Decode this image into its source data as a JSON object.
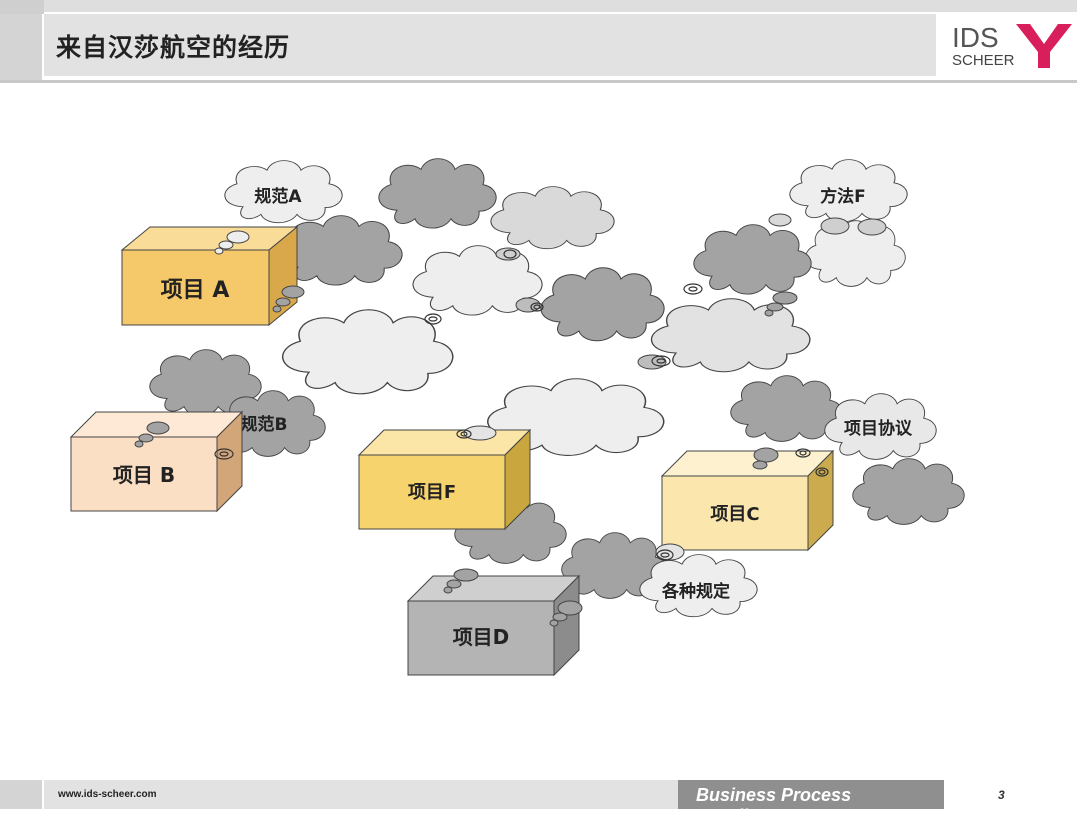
{
  "header": {
    "title": "来自汉莎航空的经历"
  },
  "logo": {
    "top": "IDS",
    "bottom": "SCHEER"
  },
  "footer": {
    "url": "www.ids-scheer.com",
    "tagline": "Business Process Excellence",
    "page": "3"
  },
  "boxes": [
    {
      "id": "project-a",
      "label": "项目 A"
    },
    {
      "id": "project-b",
      "label": "项目 B"
    },
    {
      "id": "project-f",
      "label": "项目F"
    },
    {
      "id": "project-c",
      "label": "项目C"
    },
    {
      "id": "project-d",
      "label": "项目D"
    }
  ],
  "clouds": [
    {
      "id": "norm-a",
      "label": "规范A"
    },
    {
      "id": "method-f",
      "label": "方法F"
    },
    {
      "id": "norm-b",
      "label": "规范B"
    },
    {
      "id": "project-agreement",
      "label": "项目协议"
    },
    {
      "id": "various-rules",
      "label": "各种规定"
    }
  ],
  "colors": {
    "gray_cloud": "#a3a3a3",
    "light_cloud": "#eeeeee",
    "box_a": "#f5c96a",
    "box_b": "#fbdfc4",
    "box_f": "#f7d36e",
    "box_c": "#fbe7ae",
    "box_d": "#b4b4b4"
  }
}
